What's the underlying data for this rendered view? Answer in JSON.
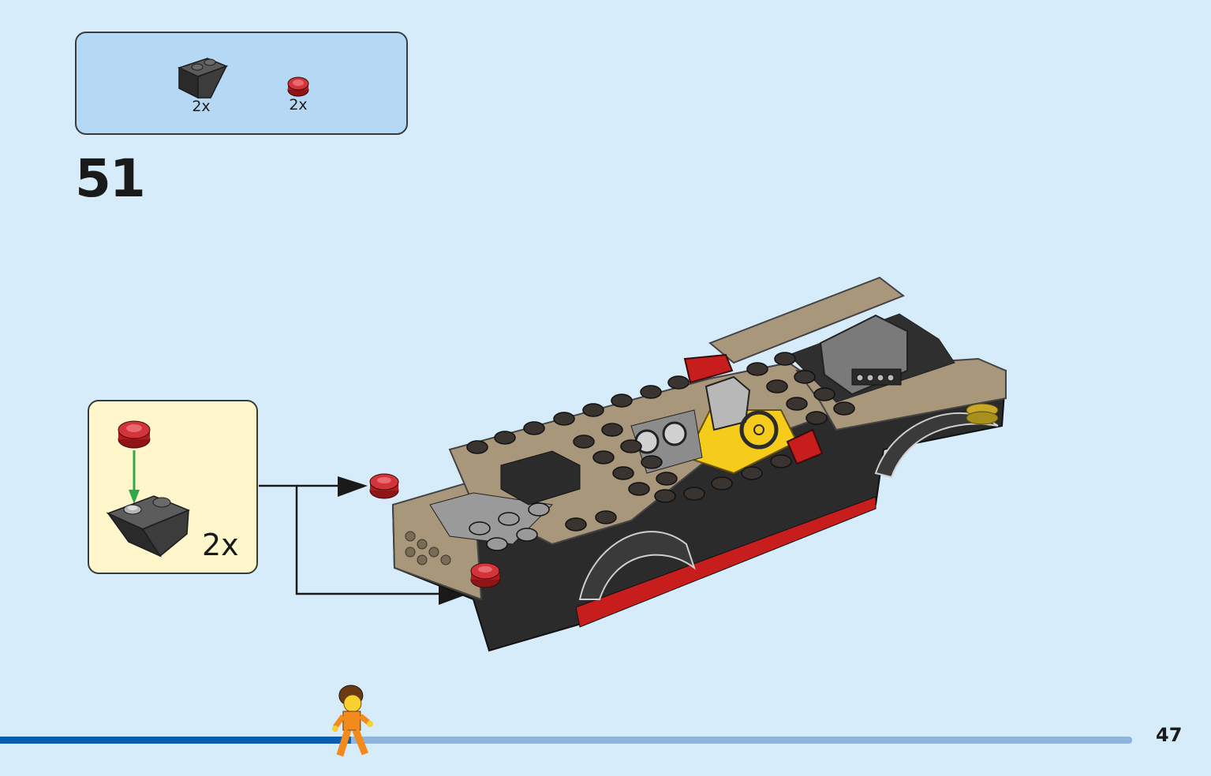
{
  "parts_list": {
    "items": [
      {
        "name": "black-inverted-slope-brick",
        "quantity": "2x"
      },
      {
        "name": "red-transparent-round-plate",
        "quantity": "2x"
      }
    ]
  },
  "step": {
    "number": "51"
  },
  "callout": {
    "quantity": "2x"
  },
  "progress": {
    "fraction": 0.31
  },
  "page": {
    "number": "47"
  },
  "colors": {
    "background": "#d6ecfb",
    "parts_box": "#b5d8f5",
    "callout": "#fff6cc",
    "progress_done": "#0a5cae",
    "progress_remaining": "#8fb2de",
    "tan": "#a8977a",
    "black": "#2b2b2b",
    "red": "#c81d1d",
    "yellow": "#f5cc1c"
  }
}
